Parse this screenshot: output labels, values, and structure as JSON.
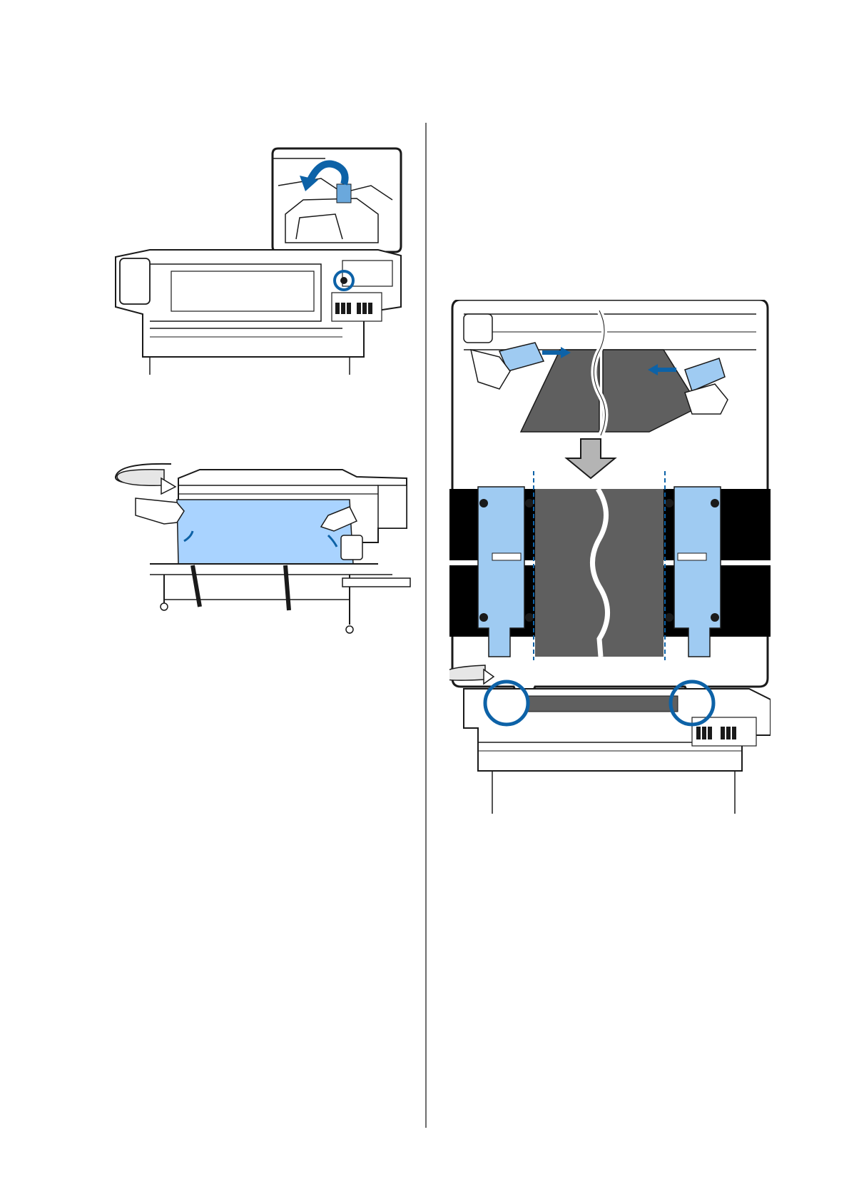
{
  "page": {
    "background": "#ffffff",
    "divider_color": "#6e6e6e"
  },
  "colors": {
    "accent_blue": "#0d62a7",
    "media_blue": "#a9d3ff",
    "plate_blue": "#9fcbf2",
    "media_gray": "#5f5f5f",
    "outline": "#1a1a1a",
    "arrow_gray": "#b4b4b4"
  },
  "illustrations": [
    {
      "id": "fig-1",
      "icon": "lever-lower-callout-icon"
    },
    {
      "id": "fig-2",
      "icon": "media-loading-icon"
    },
    {
      "id": "fig-3",
      "icon": "media-edge-plates-icon"
    }
  ]
}
